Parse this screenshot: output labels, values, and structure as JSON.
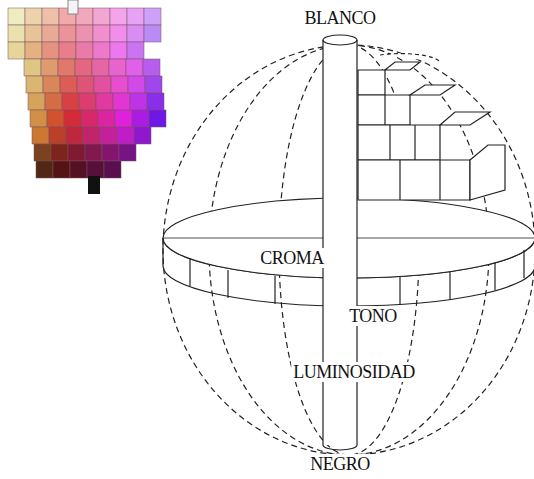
{
  "diagram": {
    "labels": [
      "BLANCO",
      "CROMA",
      "TONO",
      "LUMINOSIDAD",
      "NEGRO"
    ]
  }
}
